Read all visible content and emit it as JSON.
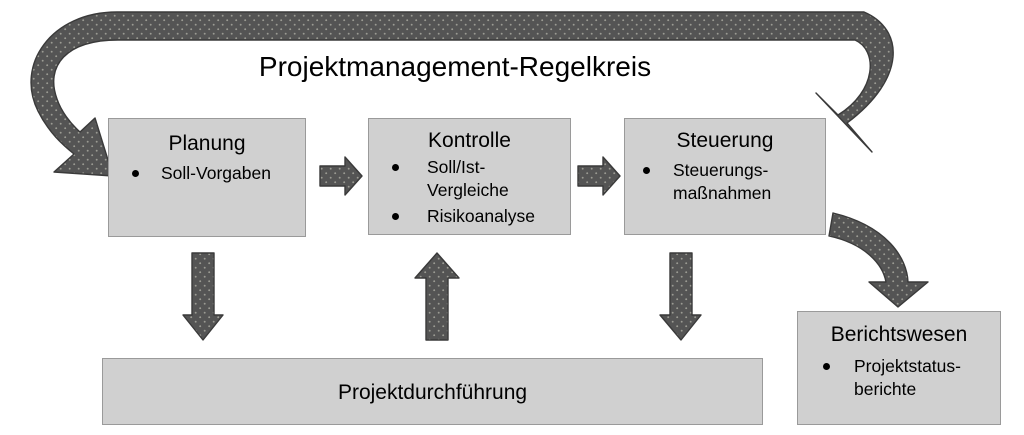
{
  "diagram": {
    "title": "Projektmanagement-Regelkreis",
    "colors": {
      "box_fill": "#d0d0d0",
      "box_border": "#9a9a9a",
      "arrow_fill": "#545454",
      "arrow_border": "#3a3a3a",
      "text": "#000000",
      "background": "#ffffff"
    },
    "nodes": [
      {
        "id": "planung",
        "title": "Planung",
        "bullets": [
          "Soll-Vorgaben"
        ]
      },
      {
        "id": "kontrolle",
        "title": "Kontrolle",
        "bullets": [
          "Soll/Ist-\nVergleiche",
          "Risikoanalyse"
        ]
      },
      {
        "id": "steuerung",
        "title": "Steuerung",
        "bullets": [
          "Steuerungs-\nmaßnahmen"
        ]
      },
      {
        "id": "projektdurchfuehrung",
        "title": "Projektdurchführung",
        "bullets": []
      },
      {
        "id": "berichtswesen",
        "title": "Berichtswesen",
        "bullets": [
          "Projektstatus-\nberichte"
        ]
      }
    ],
    "connectors": [
      {
        "id": "feedback-loop",
        "shape": "curved-arrow",
        "from": "steuerung",
        "to": "planung"
      },
      {
        "id": "planung-to-kontrolle",
        "shape": "right-arrow",
        "from": "planung",
        "to": "kontrolle"
      },
      {
        "id": "kontrolle-to-steuerung",
        "shape": "right-arrow",
        "from": "kontrolle",
        "to": "steuerung"
      },
      {
        "id": "planung-to-durchfuehrung",
        "shape": "down-arrow",
        "from": "planung",
        "to": "projektdurchfuehrung"
      },
      {
        "id": "durchfuehrung-to-kontrolle",
        "shape": "up-arrow",
        "from": "projektdurchfuehrung",
        "to": "kontrolle"
      },
      {
        "id": "steuerung-to-durchfuehrung",
        "shape": "down-arrow",
        "from": "steuerung",
        "to": "projektdurchfuehrung"
      },
      {
        "id": "steuerung-to-berichtswesen",
        "shape": "curved-arrow",
        "from": "steuerung",
        "to": "berichtswesen"
      }
    ]
  }
}
